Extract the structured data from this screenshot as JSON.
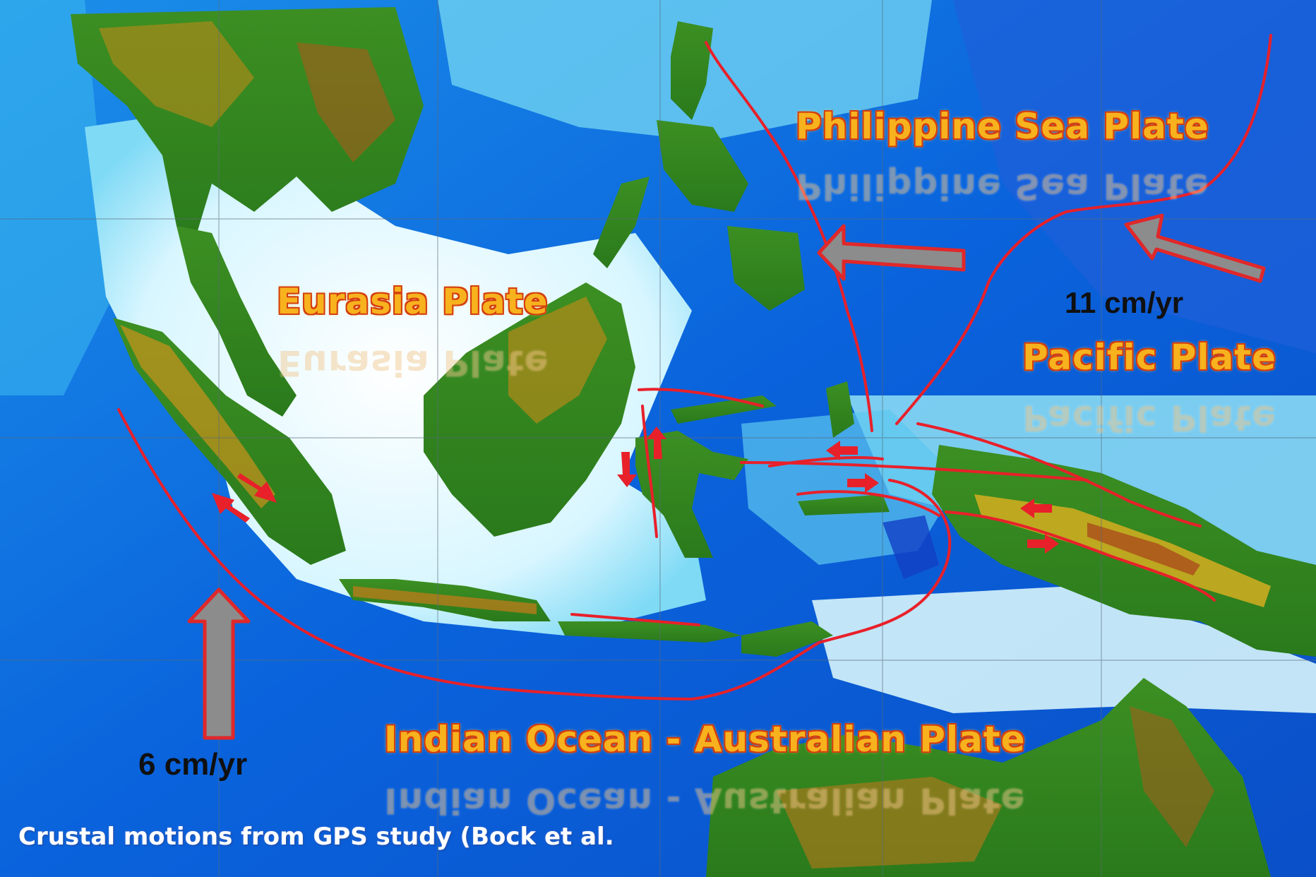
{
  "map": {
    "labels": {
      "philippine_sea_plate": "Philippine Sea Plate",
      "eurasia_plate": "Eurasia Plate",
      "pacific_plate": "Pacific Plate",
      "indian_australian_plate": "Indian Ocean - Australian Plate"
    },
    "rates": {
      "pacific": "11 cm/yr",
      "indian": "6 cm/yr"
    },
    "caption": "Crustal motions from GPS study (Bock et al."
  },
  "colors": {
    "deep_ocean": "#0a5bd6",
    "ocean": "#1a9fe8",
    "shallow_water": "#9fe8f6",
    "shelf": "#f4fbff",
    "lowland": "#2f8a1f",
    "upland": "#c98a18",
    "highland": "#9a3b12",
    "fault_line": "#e8202a",
    "motion_arrow_fill": "#8c8c8c",
    "motion_arrow_outline": "#e0282a",
    "label_text": "#f7b21e",
    "label_outline": "#d43d10"
  }
}
